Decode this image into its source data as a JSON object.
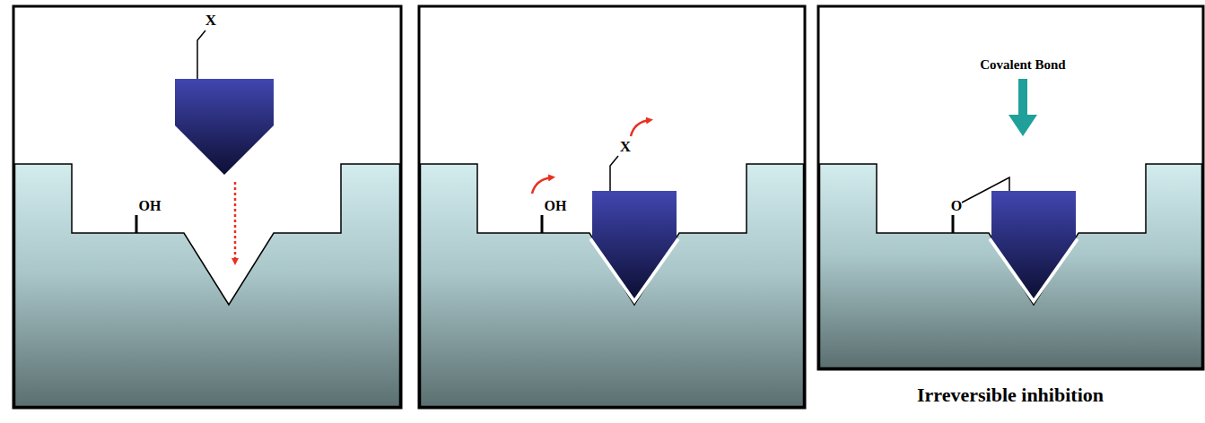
{
  "diagram": {
    "caption": "Irreversible inhibition",
    "labels": [
      "X",
      "OH",
      "OH",
      "X",
      "Covalent Bond",
      "O"
    ]
  }
}
